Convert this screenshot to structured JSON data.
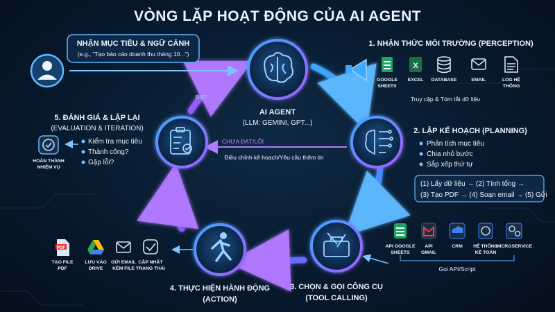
{
  "title": "VÒNG LẶP HOẠT ĐỘNG CỦA AI AGENT",
  "input": {
    "title": "NHẬN MỤC TIÊU & NGỮ CẢNH",
    "example": "(e.g., \"Tạo báo cáo doanh thu tháng 10...\")",
    "user_icon": "user-icon"
  },
  "center": {
    "title": "AI AGENT",
    "subtitle": "(LLM: GEMINI, GPT...)",
    "icon": "brain-icon"
  },
  "loop_labels": {
    "success": "ĐẠT",
    "fail": "CHƯA ĐẠT/LỖI",
    "fail_action": "Điều chỉnh kế hoạch/Yêu cầu thêm tin"
  },
  "stage1": {
    "title": "1. NHẬN THỨC MÔI TRƯỜNG (PERCEPTION)",
    "sources": [
      {
        "label1": "GOOGLE",
        "label2": "SHEETS",
        "icon": "google-sheets-icon",
        "color": "#1fa463"
      },
      {
        "label1": "EXCEL",
        "label2": "",
        "icon": "excel-icon",
        "color": "#1d6f42"
      },
      {
        "label1": "DATABASE",
        "label2": "",
        "icon": "database-icon",
        "color": "#dbe6f3"
      },
      {
        "label1": "EMAIL",
        "label2": "",
        "icon": "email-icon",
        "color": "#dbe6f3"
      },
      {
        "label1": "LOG HỆ",
        "label2": "THỐNG",
        "icon": "document-icon",
        "color": "#dbe6f3"
      }
    ],
    "caption": "Truy cập & Tóm tắt dữ liệu",
    "icon": "funnel-icon"
  },
  "stage2": {
    "title": "2. LẬP KẾ HOẠCH (PLANNING)",
    "items": [
      "Phân tích mục tiêu",
      "Chia nhỏ bước",
      "Sắp xếp thứ tự"
    ],
    "plan_line1": "(1) Lấy dữ liệu → (2) Tính tổng →",
    "plan_line2": "(3) Tạo PDF → (4) Soạn email → (5) Gửi",
    "icon": "brain-chip-icon"
  },
  "stage3": {
    "title1": "3. CHỌN & GỌI CÔNG CỤ",
    "title2": "(TOOL CALLING)",
    "tools": [
      {
        "label1": "API GOOGLE",
        "label2": "SHEETS",
        "icon": "google-sheets-icon",
        "color": "#1fa463"
      },
      {
        "label1": "API",
        "label2": "GMAIL",
        "icon": "gmail-icon",
        "color": "#ea4335"
      },
      {
        "label1": "CRM",
        "label2": "",
        "icon": "cloud-icon",
        "color": "#3b82f6"
      },
      {
        "label1": "HỆ THỐNG",
        "label2": "KẾ TOÁN",
        "icon": "accounting-icon",
        "color": "#3b82f6"
      },
      {
        "label1": "MICROSERVICE",
        "label2": "",
        "icon": "gears-icon",
        "color": "#3b82f6"
      }
    ],
    "caption": "Gọi API/Script",
    "icon": "toolbox-icon"
  },
  "stage4": {
    "title1": "4. THỰC HIỆN HÀNH ĐỘNG",
    "title2": "(ACTION)",
    "actions": [
      {
        "label1": "TẠO FILE",
        "label2": "PDF",
        "icon": "pdf-icon",
        "color": "#e53935"
      },
      {
        "label1": "LƯU VÀO",
        "label2": "DRIVE",
        "icon": "drive-icon",
        "color": "#34a853"
      },
      {
        "label1": "GỬI EMAIL",
        "label2": "KÈM FILE",
        "icon": "email-icon",
        "color": "#dbe6f3"
      },
      {
        "label1": "CẬP NHẬT",
        "label2": "TRẠNG THÁI",
        "icon": "check-badge-icon",
        "color": "#dbe6f3"
      }
    ],
    "icon": "running-person-icon"
  },
  "stage5": {
    "title1": "5. ĐÁNH GIÁ & LẶP LẠI",
    "title2": "(EVALUATION & ITERATION)",
    "items": [
      "Kiểm tra mục tiêu",
      "Thành công?",
      "Gặp lỗi?"
    ],
    "done1": "HOÀN THÀNH",
    "done2": "NHIỆM VỤ",
    "icon": "clipboard-check-icon"
  },
  "colors": {
    "accent_blue": "#3da9ff",
    "accent_purple": "#a45cff",
    "text": "#eaf4ff"
  }
}
